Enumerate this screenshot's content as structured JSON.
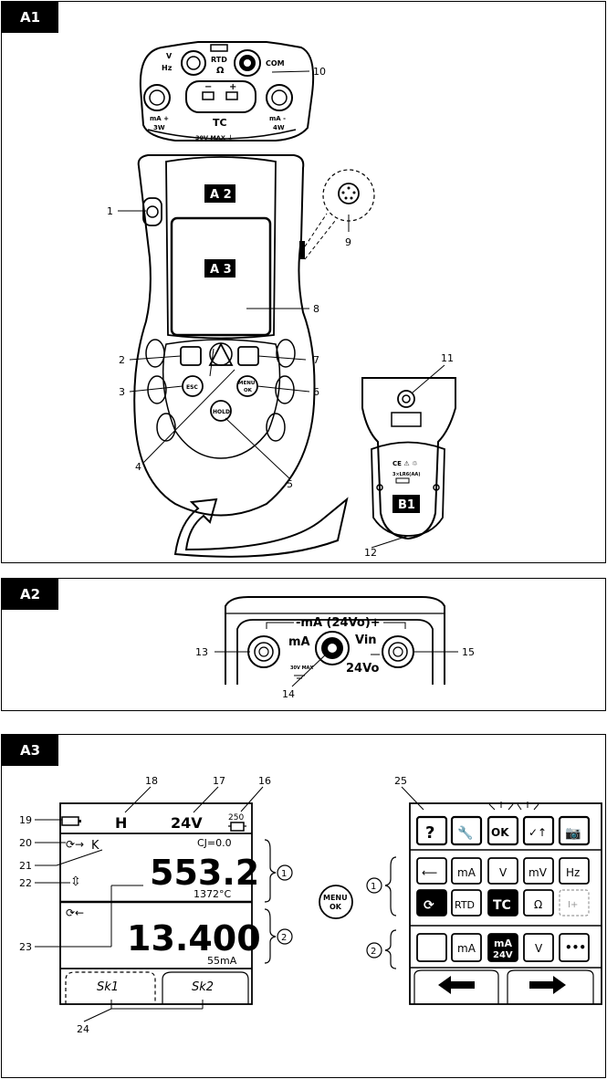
{
  "sections": {
    "a1": "A1",
    "a2": "A2",
    "a3": "A3"
  },
  "a1": {
    "terminals": {
      "v_hz_1": "V",
      "v_hz_2": "Hz",
      "rtd": "RTD",
      "ohm": "Ω",
      "com": "COM",
      "ma_3w_1": "mA +",
      "ma_3w_2": "3W",
      "ma_4w_1": "mA -",
      "ma_4w_2": "4W",
      "tc": "TC",
      "minus": "−",
      "plus": "+",
      "max": "30V MAX ⏚"
    },
    "markers": {
      "a2": "A 2",
      "a3": "A 3",
      "b1": "B1"
    },
    "buttons": {
      "esc": "ESC",
      "menu_1": "MENU",
      "menu_2": "OK",
      "hold": "HOLD"
    },
    "battery": {
      "ce": "CE ⚠ ♲",
      "cells": "3×LR6(AA)"
    },
    "callouts": {
      "c1": "1",
      "c2": "2",
      "c3": "3",
      "c4": "4",
      "c5": "5",
      "c6": "6",
      "c7": "7",
      "c8": "8",
      "c9": "9",
      "c10": "10",
      "c11": "11",
      "c12": "12"
    }
  },
  "a2": {
    "header": "-mA (24Vo)+",
    "ma": "mA",
    "vin": "Vin",
    "v24": "24Vo",
    "max": "30V MAX",
    "callouts": {
      "c13": "13",
      "c14": "14",
      "c15": "15"
    }
  },
  "a3": {
    "display": {
      "hold": "H",
      "voltage": "24V",
      "counter": "250",
      "cj": "CJ=0.0",
      "k": "K",
      "main_value": "553.2",
      "range_1": "1372°C",
      "secondary_value": "13.400",
      "range_2": "55mA",
      "sk1": "Sk1",
      "sk2": "Sk2"
    },
    "circle_1": "1",
    "circle_2": "2",
    "menu_button_1": "MENU",
    "menu_button_2": "OK",
    "menu_grid": {
      "row1": [
        "?",
        "🔧",
        "OK",
        "✓↑",
        "📷"
      ],
      "row2": [
        "⟵",
        "mA",
        "V",
        "mV",
        "Hz"
      ],
      "row3": [
        "⟳",
        "RTD",
        "TC",
        "Ω",
        "I+"
      ],
      "row4": [
        "",
        "mA",
        "mA 24V",
        "V",
        "•••"
      ]
    },
    "callouts": {
      "c16": "16",
      "c17": "17",
      "c18": "18",
      "c19": "19",
      "c20": "20",
      "c21": "21",
      "c22": "22",
      "c23": "23",
      "c24": "24",
      "c25": "25"
    }
  }
}
